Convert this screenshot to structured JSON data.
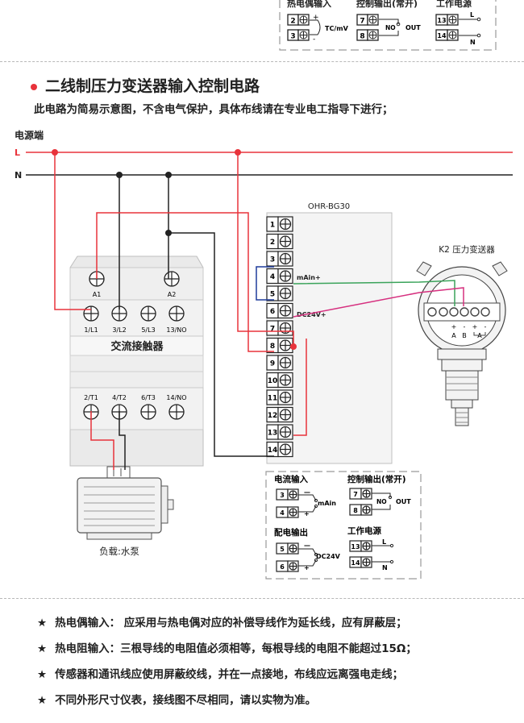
{
  "top_legend": {
    "thermocouple_label": "热电偶输入",
    "control_output_label": "控制输出(常开)",
    "power_label": "工作电源",
    "tc_terminals": [
      "2",
      "3"
    ],
    "tc_mark": "TC/mV",
    "ctrl_terminals": [
      "7",
      "8"
    ],
    "ctrl_no": "NO",
    "ctrl_out": "OUT",
    "pwr_terminals": [
      "13",
      "14"
    ],
    "pwr_l": "L",
    "pwr_n": "N",
    "plus": "+",
    "minus": "-"
  },
  "section": {
    "title": "二线制压力变送器输入控制电路",
    "subtitle": "此电路为简易示意图，不含电气保护，具体布线请在专业电工指导下进行；"
  },
  "diagram": {
    "power_source_label": "电源端",
    "line_l": "L",
    "line_n": "N",
    "controller_name": "OHR-BG30",
    "controller_terminals": [
      "1",
      "2",
      "3",
      "4",
      "5",
      "6",
      "7",
      "8",
      "9",
      "10",
      "11",
      "12",
      "13",
      "14"
    ],
    "mAin_label": "mAin+",
    "dc24_label": "DC24V+",
    "transmitter_name": "K2 压力变送器",
    "transmitter_pins": [
      "+",
      "-",
      "+",
      "-"
    ],
    "transmitter_pin_letters": [
      "A",
      "B",
      "A"
    ],
    "contactor": {
      "name": "交流接触器",
      "coil_labels": [
        "A1",
        "A2"
      ],
      "top_labels": [
        "1/L1",
        "3/L2",
        "5/L3",
        "13/NO"
      ],
      "bottom_labels": [
        "2/T1",
        "4/T2",
        "6/T3",
        "14/NO"
      ]
    },
    "load_label": "负载:水泵",
    "legend": {
      "current_input_label": "电流输入",
      "current_terminals": [
        "3",
        "4"
      ],
      "current_mark": "mAin",
      "control_output_label": "控制输出(常开)",
      "ctrl_terminals": [
        "7",
        "8"
      ],
      "ctrl_no": "NO",
      "ctrl_out": "OUT",
      "dist_output_label": "配电输出",
      "dist_terminals": [
        "5",
        "6"
      ],
      "dist_mark": "DC24V",
      "power_label": "工作电源",
      "pwr_terminals": [
        "13",
        "14"
      ],
      "pwr_l": "L",
      "pwr_n": "N",
      "minus": "—",
      "plus": "+"
    }
  },
  "notes": [
    {
      "star": "★",
      "text": "热电偶输入：  应采用与热电偶对应的补偿导线作为延长线，应有屏蔽层；"
    },
    {
      "star": "★",
      "text": "热电阻输入：三根导线的电阻值必须相等，每根导线的电阻不能超过15Ω；"
    },
    {
      "star": "★",
      "text": "传感器和通讯线应使用屏蔽绞线，并在一点接地，布线应远离强电走线；"
    },
    {
      "star": "★",
      "text": "不同外形尺寸仪表，接线图不尽相同，请以实物为准。"
    }
  ],
  "colors": {
    "red": "#e8333b",
    "black": "#222222",
    "blue": "#1f3c9c",
    "green": "#3aa35a",
    "magenta": "#d6307f",
    "dark": "#333333"
  }
}
